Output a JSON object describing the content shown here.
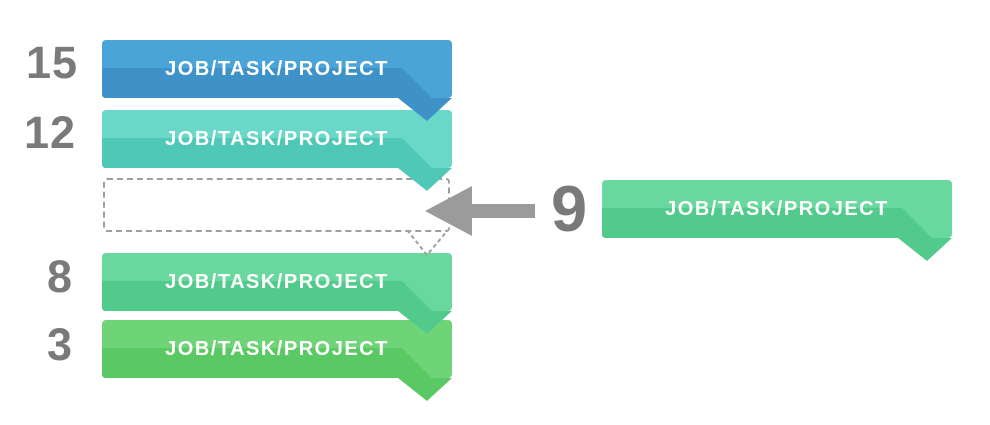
{
  "diagram": {
    "description": "priority-queue of ribbon banners with an incoming item pointing at an empty dashed slot",
    "colors": {
      "background": "#ffffff",
      "number_text": "#7a7a7a",
      "label_text": "#ffffff",
      "arrow": "#9b9b9b",
      "dashed_outline": "#9e9e9e"
    },
    "queue": [
      {
        "number": "15",
        "label": "JOB/TASK/PROJECT",
        "light": "#4ba4d8",
        "dark": "#3e92c8"
      },
      {
        "number": "12",
        "label": "JOB/TASK/PROJECT",
        "light": "#69d8c9",
        "dark": "#50c8b7"
      },
      {
        "number": "8",
        "label": "JOB/TASK/PROJECT",
        "light": "#69d89f",
        "dark": "#52ca8c"
      },
      {
        "number": "3",
        "label": "JOB/TASK/PROJECT",
        "light": "#6fd478",
        "dark": "#5ac964"
      }
    ],
    "incoming": {
      "number": "9",
      "label": "JOB/TASK/PROJECT",
      "light": "#69d89f",
      "dark": "#52ca8c"
    }
  }
}
